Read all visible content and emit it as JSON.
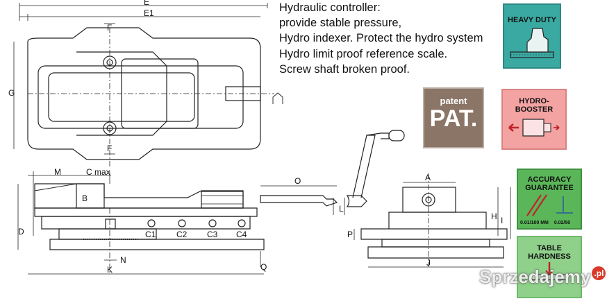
{
  "description": {
    "lines": [
      "Hydraulic controller:",
      "provide stable pressure,",
      "Hydro indexer. Protect the hydro system",
      "Hydro limit proof reference scale.",
      "Screw shaft broken proof."
    ]
  },
  "dimensions": {
    "E": "E",
    "E1": "E1",
    "F_top": "F",
    "F_bottom": "F",
    "G": "G",
    "M": "M",
    "Cmax": "C max",
    "B": "B",
    "D": "D",
    "C1": "C1",
    "C2": "C2",
    "C3": "C3",
    "C4": "C4",
    "N": "N",
    "K": "K",
    "Q": "Q",
    "O": "O",
    "L": "L",
    "A": "A",
    "H": "H",
    "I": "I",
    "P": "P",
    "J": "J"
  },
  "badges": {
    "heavy_duty": "HEAVY DUTY",
    "patent_small": "patent",
    "patent_big": "PAT.",
    "hydro_booster_l1": "HYDRO-",
    "hydro_booster_l2": "BOOSTER",
    "accuracy_l1": "ACCURACY",
    "accuracy_l2": "GUARANTEE",
    "accuracy_v1": "0.01/100 MM",
    "accuracy_v2": "0.02/50",
    "table_l1": "TABLE",
    "table_l2": "HARDNESS"
  },
  "watermark": {
    "text": "Sprzedajemy",
    "suffix": ".pl"
  },
  "colors": {
    "line": "#222222",
    "heavy": "#3aa9a2",
    "patent": "#8a7567",
    "hydro": "#f2a3a2",
    "accuracy": "#5ab659",
    "table": "#8fd08a"
  }
}
